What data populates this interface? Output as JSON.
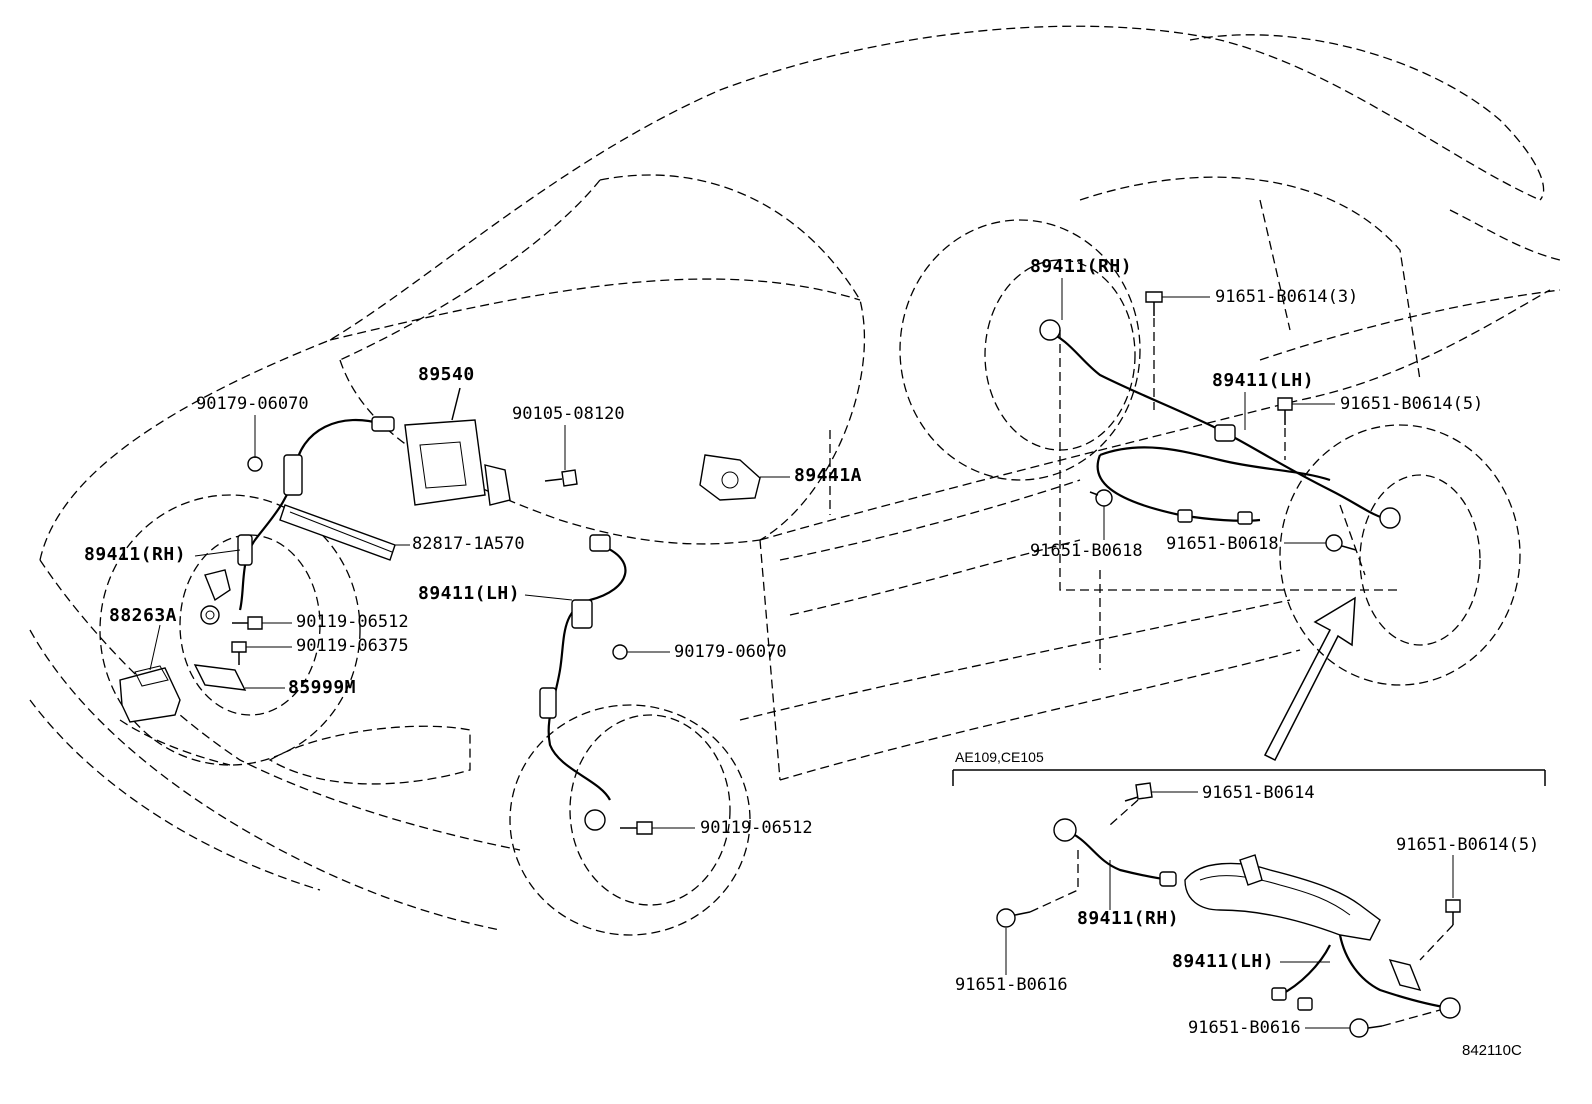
{
  "diagram": {
    "callouts": [
      {
        "id": "c1",
        "text": "90179-06070"
      },
      {
        "id": "c2",
        "text": "89540"
      },
      {
        "id": "c3",
        "text": "90105-08120"
      },
      {
        "id": "c4",
        "text": "89441A"
      },
      {
        "id": "c5",
        "text": "82817-1A570"
      },
      {
        "id": "c6",
        "text": "89411(RH)"
      },
      {
        "id": "c7",
        "text": "88263A"
      },
      {
        "id": "c8",
        "text": "90119-06512"
      },
      {
        "id": "c9",
        "text": "90119-06375"
      },
      {
        "id": "c10",
        "text": "85999M"
      },
      {
        "id": "c11",
        "text": "89411(LH)"
      },
      {
        "id": "c12",
        "text": "90179-06070"
      },
      {
        "id": "c13",
        "text": "90119-06512"
      },
      {
        "id": "c14",
        "text": "89411(RH)"
      },
      {
        "id": "c15",
        "text": "91651-B0614(3)"
      },
      {
        "id": "c16",
        "text": "89411(LH)"
      },
      {
        "id": "c17",
        "text": "91651-B0614(5)"
      },
      {
        "id": "c18",
        "text": "91651-B0618"
      },
      {
        "id": "c19",
        "text": "91651-B0618"
      },
      {
        "id": "c20",
        "text": "91651-B0614"
      },
      {
        "id": "c21",
        "text": "91651-B0614(5)"
      },
      {
        "id": "c22",
        "text": "89411(RH)"
      },
      {
        "id": "c23",
        "text": "89411(LH)"
      },
      {
        "id": "c24",
        "text": "91651-B0616"
      },
      {
        "id": "c25",
        "text": "91651-B0616"
      }
    ],
    "inset_label": "AE109,CE105",
    "figure_code": "842110C"
  }
}
